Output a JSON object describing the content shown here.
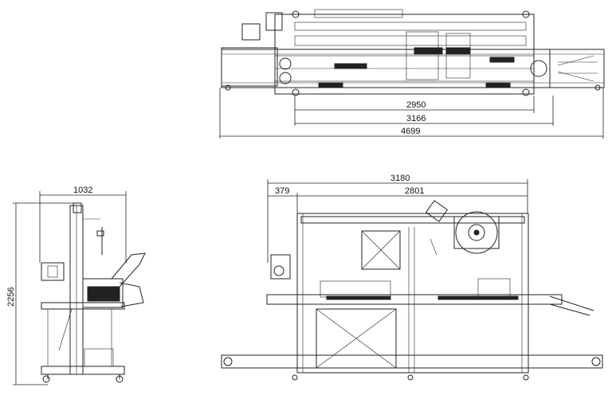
{
  "drawing": {
    "top_view": {
      "dimensions": [
        "2950",
        "3166",
        "4699"
      ]
    },
    "side_view": {
      "width_dimension": "1032",
      "height_dimension": "2256"
    },
    "front_view": {
      "dimensions": [
        "3180",
        "379",
        "2801"
      ]
    }
  }
}
